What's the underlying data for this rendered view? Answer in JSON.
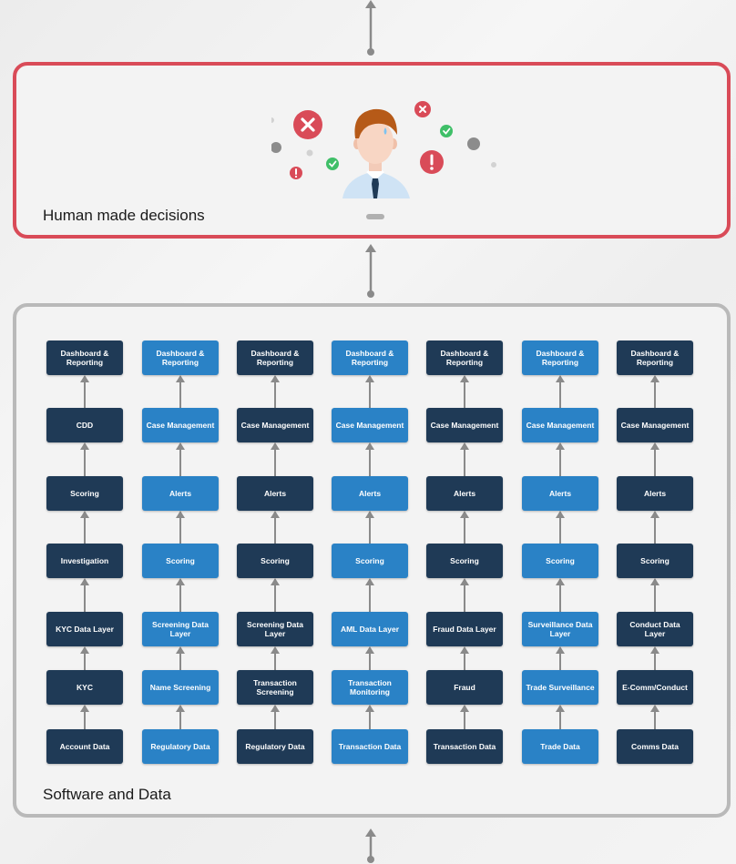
{
  "human_panel": {
    "label": "Human made decisions"
  },
  "software_panel": {
    "label": "Software and Data"
  },
  "colors": {
    "dark_box": "#1f3a56",
    "blue_box": "#2a82c6",
    "human_border": "#d94b58",
    "software_border": "#b9b9b9",
    "arrow": "#8a8a8a"
  },
  "columns": [
    {
      "style": "dark",
      "boxes": [
        "Dashboard & Reporting",
        "CDD",
        "Scoring",
        "Investigation",
        "KYC Data Layer",
        "KYC",
        "Account Data"
      ]
    },
    {
      "style": "blue",
      "boxes": [
        "Dashboard & Reporting",
        "Case Management",
        "Alerts",
        "Scoring",
        "Screening Data Layer",
        "Name Screening",
        "Regulatory Data"
      ]
    },
    {
      "style": "dark",
      "boxes": [
        "Dashboard & Reporting",
        "Case Management",
        "Alerts",
        "Scoring",
        "Screening Data Layer",
        "Transaction Screening",
        "Regulatory Data"
      ]
    },
    {
      "style": "blue",
      "boxes": [
        "Dashboard & Reporting",
        "Case Management",
        "Alerts",
        "Scoring",
        "AML Data Layer",
        "Transaction Monitoring",
        "Transaction Data"
      ]
    },
    {
      "style": "dark",
      "boxes": [
        "Dashboard & Reporting",
        "Case Management",
        "Alerts",
        "Scoring",
        "Fraud Data Layer",
        "Fraud",
        "Transaction Data"
      ]
    },
    {
      "style": "blue",
      "boxes": [
        "Dashboard & Reporting",
        "Case Management",
        "Alerts",
        "Scoring",
        "Surveillance Data Layer",
        "Trade Surveillance",
        "Trade Data"
      ]
    },
    {
      "style": "dark",
      "boxes": [
        "Dashboard & Reporting",
        "Case Management",
        "Alerts",
        "Scoring",
        "Conduct Data Layer",
        "E-Comm/Conduct",
        "Comms Data"
      ]
    }
  ]
}
